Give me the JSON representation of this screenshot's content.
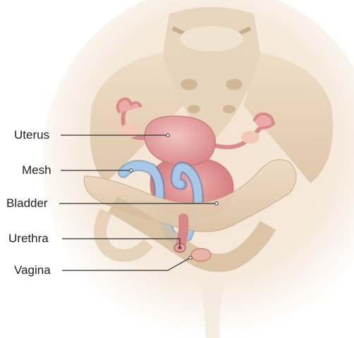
{
  "labels": {
    "uterus": "Uterus",
    "mesh": "Mesh",
    "bladder": "Bladder",
    "urethra": "Urethra",
    "vagina": "Vagina"
  },
  "colors": {
    "bone": "#e8d4bb",
    "bone_shadow": "#cdb192",
    "organ_pink": "#e6a4a4",
    "organ_dark": "#c97777",
    "mesh_blue": "#8db8de",
    "mesh_stroke": "#4f83b8",
    "leader_line": "#333333"
  }
}
